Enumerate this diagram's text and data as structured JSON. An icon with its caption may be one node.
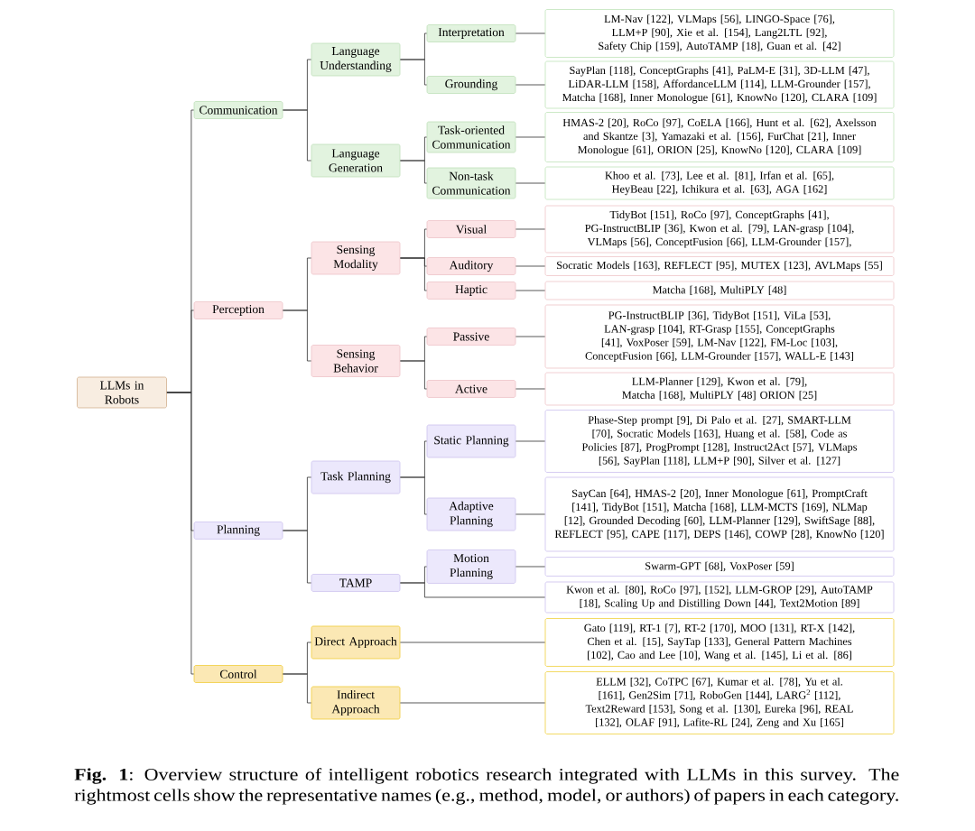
{
  "diagram": {
    "caption": "**Fig. 1**: Overview structure of intelligent robotics research integrated with LLMs in this survey. The rightmost cells show the representative names (e.g., method, model, or authors) of papers in each category.",
    "nodes": [
      {
        "text": [
          "LLMs in Robots"
        ]
      },
      {
        "text": [
          "Communication"
        ]
      },
      {
        "text": [
          "Language Understanding"
        ]
      },
      {
        "text": [
          "Interpretation"
        ]
      },
      {
        "text": [
          "LM-Nav [122], VLMaps [56], LINGO-Space [76], LLM+P [90], Xie et al. [154], Lang2LTL [92], Safety Chip [159], AutoTAMP [18], Guan et al. [42]"
        ]
      },
      {
        "text": [
          "Grounding"
        ]
      },
      {
        "text": [
          "SayPlan [118], ConceptGraphs [41], PaLM-E [31], 3D-LLM [47], LiDAR-LLM [158], AffordanceLLM [114], LLM-Grounder [157], Matcha [168], Inner Monologue [61], KnowNo [120], CLARA [109]"
        ]
      },
      {
        "text": [
          "Language Generation"
        ]
      },
      {
        "text": [
          "Task-oriented Communication"
        ]
      },
      {
        "text": [
          "HMAS-2 [20], RoCo [97], CoELA [166], Hunt et al. [62], Axelsson and Skantze [3], Yamazaki et al. [156], FurChat [21], Inner Monologue [61], ORION [25], KnowNo [120], CLARA [109]"
        ]
      },
      {
        "text": [
          "Non-task Communication"
        ]
      },
      {
        "text": [
          "Khoo et al. [73], Lee et al. [81], Irfan et al. [65], HeyBeau [22], Ichikura et al. [63], AGA [162]"
        ]
      },
      {
        "text": [
          "Perception"
        ]
      },
      {
        "text": [
          "Sensing Modality"
        ]
      },
      {
        "text": [
          "Visual"
        ]
      },
      {
        "text": [
          "TidyBot [151], RoCo [97], ConceptGraphs [41], PG-InstructBLIP [36], Kwon et al. [79], LAN-grasp [104], VLMaps [56], ConceptFusion [66], LLM-Grounder [157],"
        ]
      },
      {
        "text": [
          "Auditory"
        ]
      },
      {
        "text": [
          "Socratic Models [163], REFLECT [95], MUTEX [123], AVLMaps [55]"
        ]
      },
      {
        "text": [
          "Haptic"
        ]
      },
      {
        "text": [
          "Matcha [168], MultiPLY [48]"
        ]
      },
      {
        "text": [
          "Sensing Behavior"
        ]
      },
      {
        "text": [
          "Passive"
        ]
      },
      {
        "text": [
          "PG-InstructBLIP [36], TidyBot [151], ViLa [53], LAN-grasp [104], RT-Grasp [155], ConceptGraphs [41], VoxPoser [59], LM-Nav [122], FM-Loc [103], ConceptFusion [66], LLM-Grounder [157], WALL-E [143]"
        ]
      },
      {
        "text": [
          "Active"
        ]
      },
      {
        "text": [
          "LLM-Planner [129], Kwon et al. [79], Matcha [168], MultiPLY [48] ORION [25]"
        ]
      },
      {
        "text": [
          "Planning"
        ]
      },
      {
        "text": [
          "Task Planning"
        ]
      },
      {
        "text": [
          "Static Planning"
        ]
      },
      {
        "text": [
          "Phase-Step prompt [9], Di Palo et al. [27], SMART-LLM [70], Socratic Models [163], Huang et al. [58], Code as Policies [87], ProgPrompt [128], Instruct2Act [57], VLMaps [56], SayPlan [118], LLM+P [90], Silver et al. [127]"
        ]
      },
      {
        "text": [
          "Adaptive Planning"
        ]
      },
      {
        "text": [
          "SayCan [64], HMAS-2 [20], Inner Monologue [61], PromptCraft [141], TidyBot [151], Matcha [168], LLM-MCTS [169], NLMap [12], Grounded Decoding [60], LLM-Planner [129], SwiftSage [88], REFLECT [95], CAPE [117], DEPS [146], COWP [28], KnowNo [120]"
        ]
      },
      {
        "text": [
          "TAMP"
        ]
      },
      {
        "text": [
          "Motion Planning"
        ]
      },
      {
        "text": [
          "Swarm-GPT [68], VoxPoser [59]"
        ]
      },
      {
        "text": [
          "Kwon et al. [80], RoCo [97], [152], LLM-GROP [29], AutoTAMP [18], Scaling Up and Distilling Down [44], Text2Motion [89]"
        ]
      },
      {
        "text": [
          "Control"
        ]
      },
      {
        "text": [
          "Direct Approach"
        ]
      },
      {
        "text": [
          "Gato [119], RT-1 [7], RT-2 [170], MOO [131], RT-X [142], Chen et al. [15], SayTap [133], General Pattern Machines [102], Cao and Lee [10], Wang et al. [145], Li et al. [86]"
        ]
      },
      {
        "text": [
          "Indirect Approach"
        ]
      },
      {
        "text": [
          "ELLM [32], CoTPC [67], Kumar et al. [78], Yu et al. [161], Gen2Sim [71], RoboGen [144], LARG$^{2}$ [112], Text2Reward [153], Song et al. [130], Eureka [96], REAL [132], OLAF [91], Lafite-RL [24], Zeng and Xu [165]"
        ]
      }
    ],
    "edges": [
      {
        "from": 0,
        "to": 1,
        "arrow": "none"
      },
      {
        "from": 1,
        "to": 2,
        "arrow": "none"
      },
      {
        "from": 2,
        "to": 3,
        "arrow": "none"
      },
      {
        "from": 3,
        "to": 4,
        "arrow": "none"
      },
      {
        "from": 2,
        "to": 5,
        "arrow": "none"
      },
      {
        "from": 5,
        "to": 6,
        "arrow": "none"
      },
      {
        "from": 1,
        "to": 7,
        "arrow": "none"
      },
      {
        "from": 7,
        "to": 8,
        "arrow": "none"
      },
      {
        "from": 8,
        "to": 9,
        "arrow": "none"
      },
      {
        "from": 7,
        "to": 10,
        "arrow": "none"
      },
      {
        "from": 10,
        "to": 11,
        "arrow": "none"
      },
      {
        "from": 0,
        "to": 12,
        "arrow": "none"
      },
      {
        "from": 12,
        "to": 13,
        "arrow": "none"
      },
      {
        "from": 13,
        "to": 14,
        "arrow": "none"
      },
      {
        "from": 14,
        "to": 15,
        "arrow": "none"
      },
      {
        "from": 13,
        "to": 16,
        "arrow": "none"
      },
      {
        "from": 16,
        "to": 17,
        "arrow": "none"
      },
      {
        "from": 13,
        "to": 18,
        "arrow": "none"
      },
      {
        "from": 18,
        "to": 19,
        "arrow": "none"
      },
      {
        "from": 12,
        "to": 20,
        "arrow": "none"
      },
      {
        "from": 20,
        "to": 21,
        "arrow": "none"
      },
      {
        "from": 21,
        "to": 22,
        "arrow": "none"
      },
      {
        "from": 20,
        "to": 23,
        "arrow": "none"
      },
      {
        "from": 23,
        "to": 24,
        "arrow": "none"
      },
      {
        "from": 0,
        "to": 25,
        "arrow": "none"
      },
      {
        "from": 25,
        "to": 26,
        "arrow": "none"
      },
      {
        "from": 26,
        "to": 27,
        "arrow": "none"
      },
      {
        "from": 27,
        "to": 28,
        "arrow": "none"
      },
      {
        "from": 26,
        "to": 29,
        "arrow": "none"
      },
      {
        "from": 29,
        "to": 30,
        "arrow": "none"
      },
      {
        "from": 25,
        "to": 31,
        "arrow": "none"
      },
      {
        "from": 31,
        "to": 32,
        "arrow": "none"
      },
      {
        "from": 32,
        "to": 33,
        "arrow": "none"
      },
      {
        "from": 31,
        "to": 34,
        "arrow": "none"
      },
      {
        "from": 0,
        "to": 35,
        "arrow": "none"
      },
      {
        "from": 35,
        "to": 36,
        "arrow": "none"
      },
      {
        "from": 36,
        "to": 37,
        "arrow": "none"
      },
      {
        "from": 35,
        "to": 38,
        "arrow": "none"
      },
      {
        "from": 38,
        "to": 39,
        "arrow": "none"
      }
    ]
  }
}
